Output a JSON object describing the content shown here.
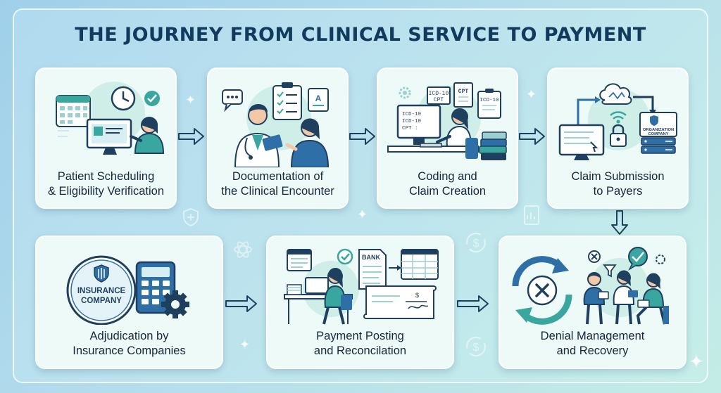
{
  "title": "THE JOURNEY FROM CLINICAL SERVICE TO PAYMENT",
  "steps": [
    {
      "line1": "Patient Scheduling",
      "line2": "& Eligibility Verification"
    },
    {
      "line1": "Documentation of",
      "line2": "the Clinical Encounter"
    },
    {
      "line1": "Coding and",
      "line2": "Claim Creation"
    },
    {
      "line1": "Claim Submission",
      "line2": "to Payers"
    },
    {
      "line1": "Adjudication by",
      "line2": "Insurance Companies"
    },
    {
      "line1": "Payment Posting",
      "line2": "and Reconcilation"
    },
    {
      "line1": "Denial Management",
      "line2": "and Recovery"
    }
  ],
  "art_text": {
    "icd1": "ICD-10",
    "icd2": "ICD-10",
    "cpt": "CPT",
    "screen_line1": "ICD-10",
    "screen_line2": "ICD-10",
    "screen_line3": "CPT :",
    "org1": "ORGANIZATION",
    "org2": "COMPANY",
    "insurance1": "INSURANCE",
    "insurance2": "COMPANY",
    "bank": "BANK"
  },
  "colors": {
    "title": "#123a5c",
    "card_bg": "#eefaf8",
    "accent_teal": "#3aa6a0",
    "accent_blue": "#2f6fa8",
    "dark_navy": "#1f3f5e",
    "arrow": "#1f3f5e"
  }
}
